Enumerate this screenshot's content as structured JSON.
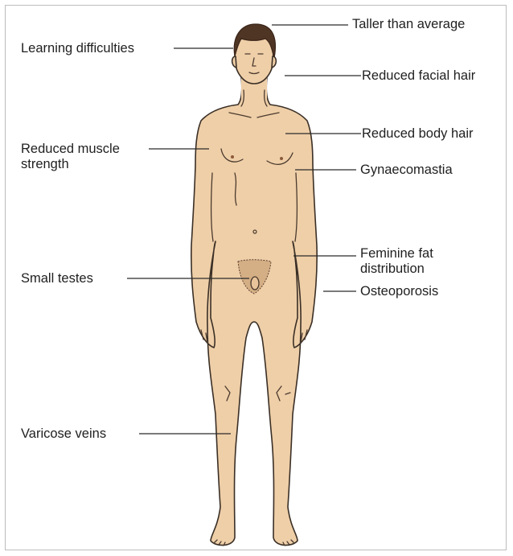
{
  "labels": {
    "taller": "Taller than average",
    "learning": "Learning difficulties",
    "facial_hair": "Reduced facial hair",
    "body_hair": "Reduced body hair",
    "muscle": "Reduced muscle\nstrength",
    "gynaecomastia": "Gynaecomastia",
    "fat": "Feminine fat\ndistribution",
    "testes": "Small testes",
    "osteoporosis": "Osteoporosis",
    "varicose": "Varicose veins"
  },
  "colors": {
    "skin": "#efcfa8",
    "hair": "#4e3524",
    "pubic_hair": "#d4ae84",
    "outline": "#3a2f26"
  }
}
